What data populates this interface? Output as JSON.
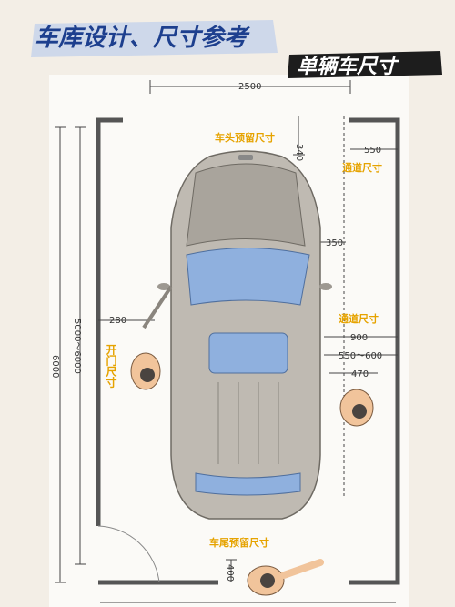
{
  "header": {
    "title": "车库设计、尺寸参考",
    "subtitle": "单辆车尺寸"
  },
  "dimensions": {
    "width_top": "2500",
    "front_clearance": "340",
    "side_gap_top": "550",
    "mirror_gap": "350",
    "door_gap": "280",
    "aisle_width": "900",
    "aisle_range": "550～600",
    "person_width": "470",
    "length_total": "6000",
    "length_range": "5000～6000",
    "rear_clearance": "400"
  },
  "labels": {
    "front_reserve": "车头预留尺寸",
    "aisle_1": "通道尺寸",
    "aisle_2": "通道尺寸",
    "door_open": "开门尺寸",
    "rear_reserve": "车尾预留尺寸"
  },
  "colors": {
    "title_bg": "#c7d3ea",
    "title_text": "#1d3f8e",
    "subtitle_bg": "#1d1d1d",
    "car_body": "#bfbab2",
    "glass": "#8fb0de",
    "label_text": "#e6a300",
    "line": "#555555"
  }
}
